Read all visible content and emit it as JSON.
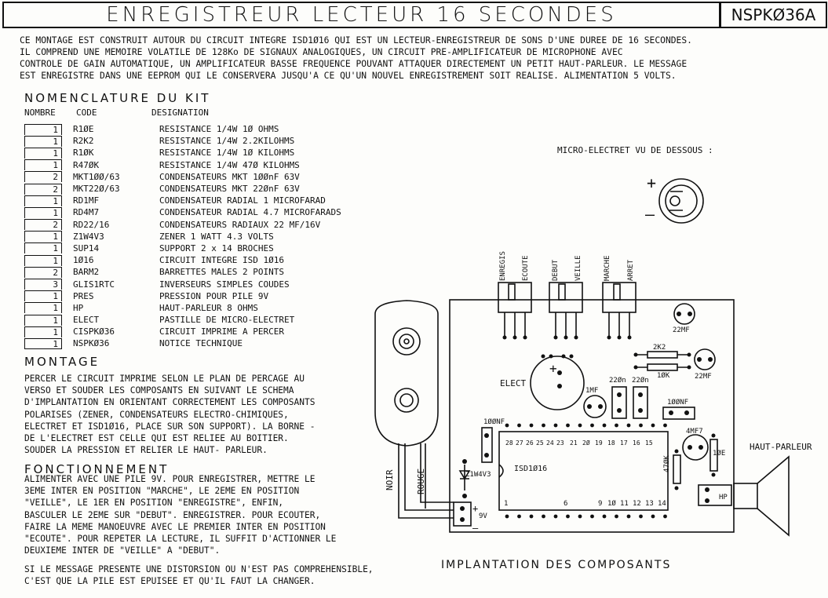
{
  "header": {
    "title": "ENREGISTREUR LECTEUR 16 SECONDES",
    "ref": "NSPKØ36A"
  },
  "intro": "CE MONTAGE EST CONSTRUIT AUTOUR DU CIRCUIT INTEGRE ISD1Ø16 QUI EST UN LECTEUR-ENREGISTREUR DE SONS D'UNE DUREE DE 16 SECONDES.\nIL COMPREND UNE MEMOIRE VOLATILE DE 128Ko DE SIGNAUX ANALOGIQUES, UN CIRCUIT PRE-AMPLIFICATEUR DE MICROPHONE AVEC\nCONTROLE DE GAIN AUTOMATIQUE, UN AMPLIFICATEUR BASSE FREQUENCE POUVANT ATTAQUER DIRECTEMENT UN PETIT HAUT-PARLEUR. LE MESSAGE\nEST ENREGISTRE DANS UNE EEPROM QUI LE CONSERVERA JUSQU'A CE QU'UN NOUVEL ENREGISTREMENT SOIT REALISE. ALIMENTATION 5 VOLTS.",
  "nomenclature": {
    "heading": "NOMENCLATURE DU KIT",
    "col_nombre": "NOMBRE",
    "col_code": "CODE",
    "col_designation": "DESIGNATION",
    "rows": [
      {
        "n": "1",
        "code": "R1ØE",
        "desig": "RESISTANCE 1/4W 1Ø OHMS"
      },
      {
        "n": "1",
        "code": "R2K2",
        "desig": "RESISTANCE 1/4W 2.2KILOHMS"
      },
      {
        "n": "1",
        "code": "R1ØK",
        "desig": "RESISTANCE 1/4W 1Ø KILOHMS"
      },
      {
        "n": "1",
        "code": "R47ØK",
        "desig": "RESISTANCE 1/4W 47Ø KILOHMS"
      },
      {
        "n": "2",
        "code": "MKT1ØØ/63",
        "desig": "CONDENSATEURS MKT 1ØØnF 63V"
      },
      {
        "n": "2",
        "code": "MKT22Ø/63",
        "desig": "CONDENSATEURS MKT 22ØnF 63V"
      },
      {
        "n": "1",
        "code": "RD1MF",
        "desig": "CONDENSATEUR RADIAL 1 MICROFARAD"
      },
      {
        "n": "1",
        "code": "RD4M7",
        "desig": "CONDENSATEUR RADIAL 4.7 MICROFARADS"
      },
      {
        "n": "2",
        "code": "RD22/16",
        "desig": "CONDENSATEURS RADIAUX 22 MF/16V"
      },
      {
        "n": "1",
        "code": "Z1W4V3",
        "desig": "ZENER 1 WATT 4.3 VOLTS"
      },
      {
        "n": "1",
        "code": "SUP14",
        "desig": "SUPPORT 2 x 14 BROCHES"
      },
      {
        "n": "1",
        "code": "1Ø16",
        "desig": "CIRCUIT INTEGRE ISD 1Ø16"
      },
      {
        "n": "2",
        "code": "BARM2",
        "desig": "BARRETTES MALES 2 POINTS"
      },
      {
        "n": "3",
        "code": "GLIS1RTC",
        "desig": "INVERSEURS SIMPLES COUDES"
      },
      {
        "n": "1",
        "code": "PRES",
        "desig": "PRESSION POUR PILE 9V"
      },
      {
        "n": "1",
        "code": "HP",
        "desig": "HAUT-PARLEUR 8 OHMS"
      },
      {
        "n": "1",
        "code": "ELECT",
        "desig": "PASTILLE DE MICRO-ELECTRET"
      },
      {
        "n": "1",
        "code": "CISPKØ36",
        "desig": "CIRCUIT IMPRIME A PERCER"
      },
      {
        "n": "1",
        "code": "NSPKØ36",
        "desig": "NOTICE TECHNIQUE"
      }
    ]
  },
  "montage": {
    "heading": "MONTAGE",
    "text": "PERCER LE CIRCUIT IMPRIME SELON LE PLAN DE PERCAGE AU\nVERSO ET SOUDER LES COMPOSANTS EN  SUIVANT LE SCHEMA\nD'IMPLANTATION EN ORIENTANT CORRECTEMENT LES COMPOSANTS\nPOLARISES (ZENER, CONDENSATEURS ELECTRO-CHIMIQUES,\nELECTRET ET ISD1Ø16, PLACE SUR SON SUPPORT). LA BORNE -\nDE L'ELECTRET EST CELLE QUI EST RELIEE AU BOITIER.\nSOUDER LA PRESSION ET RELIER LE HAUT- PARLEUR."
  },
  "fonctionnement": {
    "heading": "FONCTIONNEMENT",
    "text": "ALIMENTER AVEC UNE PILE 9V. POUR ENREGISTRER, METTRE LE\n3EME INTER EN POSITION \"MARCHE\", LE 2EME EN POSITION\n\"VEILLE\", LE 1ER EN POSITION \"ENREGISTRE\", ENFIN,\nBASCULER LE 2EME SUR \"DEBUT\". ENREGISTRER. POUR ECOUTER,\nFAIRE LA MEME MANOEUVRE AVEC LE PREMIER INTER EN POSITION\n\"ECOUTE\". POUR REPETER LA LECTURE, IL SUFFIT D'ACTIONNER LE\nDEUXIEME INTER DE \"VEILLE\" A \"DEBUT\".",
    "note": "SI LE MESSAGE PRESENTE UNE DISTORSION OU N'EST PAS COMPREHENSIBLE,\nC'EST QUE LA PILE EST EPUISEE ET QU'IL FAUT LA CHANGER."
  },
  "diagram": {
    "micro_label": "MICRO-ELECTRET VU DE DESSOUS :",
    "plus": "+",
    "minus": "–",
    "sw_labels": [
      "ENREGIS",
      "ECOUTE",
      "DEBUT",
      "VEILLE",
      "MARCHE",
      "ARRET"
    ],
    "c22_a": "22MF",
    "c22_b": "22MF",
    "r2k2": "2K2",
    "r10k": "1ØK",
    "elect": "ELECT",
    "c1mf": "1MF",
    "c220a": "22Øn",
    "c220b": "22Øn",
    "c100a": "1ØØNF",
    "c100b": "1ØØNF",
    "c4mf7": "4MF7",
    "r10e": "1ØE",
    "r470k": "47ØK",
    "zener": "Z1W4V3",
    "ic": "ISD1Ø16",
    "pins_top": [
      "28",
      "27",
      "26",
      "25",
      "24",
      "23",
      "21",
      "2Ø",
      "19",
      "18",
      "17",
      "16",
      "15"
    ],
    "pins_bottom": [
      "1",
      "6",
      "9",
      "1Ø",
      "11",
      "12",
      "13",
      "14"
    ],
    "hp_label": "HAUT-PARLEUR",
    "hp": "HP",
    "noir": "NOIR",
    "rouge": "ROUGE",
    "plus9v": "+",
    "v9": "9V",
    "minus9v": "–",
    "caption": "IMPLANTATION DES COMPOSANTS"
  }
}
